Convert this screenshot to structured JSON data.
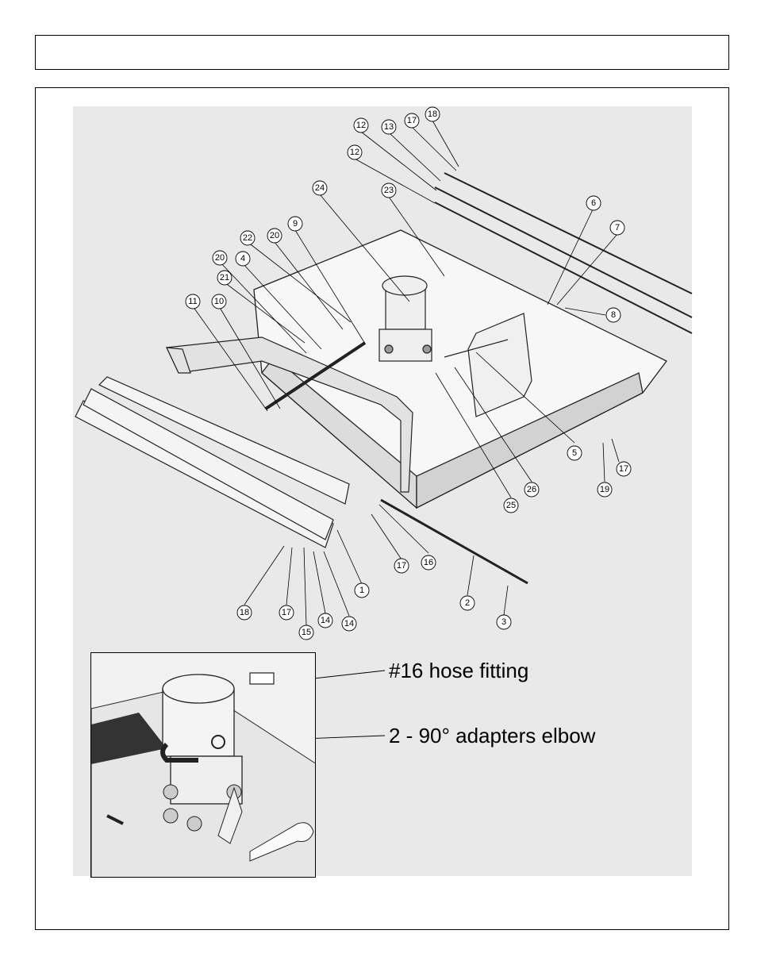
{
  "header": {
    "title": ""
  },
  "diagram": {
    "callouts": [
      {
        "id": "c-18a",
        "label": "18"
      },
      {
        "id": "c-17a",
        "label": "17"
      },
      {
        "id": "c-13",
        "label": "13"
      },
      {
        "id": "c-12a",
        "label": "12"
      },
      {
        "id": "c-12b",
        "label": "12"
      },
      {
        "id": "c-24",
        "label": "24"
      },
      {
        "id": "c-23",
        "label": "23"
      },
      {
        "id": "c-6",
        "label": "6"
      },
      {
        "id": "c-7",
        "label": "7"
      },
      {
        "id": "c-8",
        "label": "8"
      },
      {
        "id": "c-9",
        "label": "9"
      },
      {
        "id": "c-20a",
        "label": "20"
      },
      {
        "id": "c-22",
        "label": "22"
      },
      {
        "id": "c-20b",
        "label": "20"
      },
      {
        "id": "c-4",
        "label": "4"
      },
      {
        "id": "c-21",
        "label": "21"
      },
      {
        "id": "c-10",
        "label": "10"
      },
      {
        "id": "c-11",
        "label": "11"
      },
      {
        "id": "c-5",
        "label": "5"
      },
      {
        "id": "c-17b",
        "label": "17"
      },
      {
        "id": "c-19",
        "label": "19"
      },
      {
        "id": "c-26",
        "label": "26"
      },
      {
        "id": "c-25",
        "label": "25"
      },
      {
        "id": "c-1",
        "label": "1"
      },
      {
        "id": "c-17c",
        "label": "17"
      },
      {
        "id": "c-16",
        "label": "16"
      },
      {
        "id": "c-2",
        "label": "2"
      },
      {
        "id": "c-3",
        "label": "3"
      },
      {
        "id": "c-18b",
        "label": "18"
      },
      {
        "id": "c-17d",
        "label": "17"
      },
      {
        "id": "c-15",
        "label": "15"
      },
      {
        "id": "c-14a",
        "label": "14"
      },
      {
        "id": "c-14b",
        "label": "14"
      }
    ]
  },
  "inset": {
    "annotations": [
      {
        "text": "#16 hose fitting"
      },
      {
        "text": "2 - 90° adapters elbow"
      }
    ]
  }
}
